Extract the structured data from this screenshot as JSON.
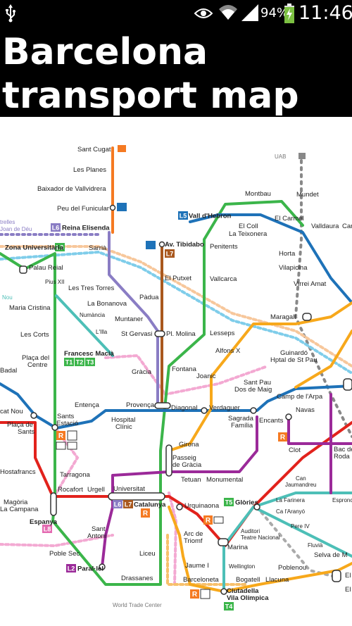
{
  "status_bar": {
    "battery_percent": "94%",
    "time": "11:46",
    "icons": [
      "usb-icon",
      "eye-icon",
      "wifi-icon",
      "signal-icon",
      "battery-charging-icon"
    ]
  },
  "app": {
    "title_line1": "Barcelona",
    "title_line2": "transport map"
  },
  "map": {
    "lines": [
      {
        "id": "L1",
        "color": "#E2221C"
      },
      {
        "id": "L2",
        "color": "#9B2A99"
      },
      {
        "id": "L3",
        "color": "#3BB54A"
      },
      {
        "id": "L4",
        "color": "#F7A81B"
      },
      {
        "id": "L5",
        "color": "#1E72B8"
      },
      {
        "id": "L6",
        "color": "#8A7DC4"
      },
      {
        "id": "L7",
        "color": "#A9581E"
      },
      {
        "id": "L8",
        "color": "#E46AB1"
      },
      {
        "id": "FGC",
        "color": "#F57A22"
      },
      {
        "id": "Tram",
        "color": "#4DBFB7"
      },
      {
        "id": "Rodalies",
        "color": "#F3A9D2"
      }
    ],
    "line_badges": {
      "l5": "L5",
      "l6": "L6",
      "l3": "L3",
      "l7": "L7",
      "t1": "T1",
      "t2": "T2",
      "t3": "T3",
      "t5": "T5",
      "t4": "T4",
      "l8": "L8",
      "l2": "L2",
      "l6b": "L6",
      "l7b": "L7"
    },
    "badge_bold": {
      "vall_hebron": "Vall d'Hebron",
      "reina_elisenda": "Reina Elisenda",
      "zona_universitaria": "Zona Universitària",
      "av_tibidabo_1": "Av. Tibidabo",
      "francesc_macia": "Francesc Macià",
      "catalunya": "Catalunya",
      "glories": "Glòries",
      "espanya": "Espanya",
      "parallel": "Paral·lel",
      "ciutadella_1": "Ciutadella",
      "ciutadella_2": "Vila Olímpica"
    },
    "stations": {
      "sant_cugat": "Sant Cugat",
      "les_planes": "Les Planes",
      "baixador": "Baixador de Vallvidrera",
      "peu_funicular": "Peu del Funicular",
      "uab": "UAB",
      "trelles": "trelles",
      "joan_deu": "Joan de Déu",
      "sarria": "Sarrià",
      "palau_reial": "Palau Reial",
      "pius_xii": "Pius XII",
      "les_tres_torres": "Les Tres Torres",
      "maria_cristina": "Maria Cristina",
      "numancia": "Numància",
      "la_bonanova": "La Bonanova",
      "padua": "Pàdua",
      "lillla": "L'Illa",
      "les_corts": "Les Corts",
      "muntaner": "Muntaner",
      "st_gervasi": "St Gervasi",
      "pl_molina": "Pl. Molina",
      "el_putxet": "El Putxet",
      "placa_centre_1": "Plaça del",
      "placa_centre_2": "Centre",
      "nou": "Nou",
      "badal": "Badal",
      "gracia": "Gràcia",
      "fontana": "Fontana",
      "joanic": "Joanic",
      "montbau": "Montbau",
      "mundet": "Mundet",
      "valldaura": "Valldaura",
      "carr": "Carr",
      "el_coll_1": "El Coll",
      "el_coll_2": "La Teixonera",
      "el_carmel": "El Carmel",
      "penitents": "Penitents",
      "horta": "Horta",
      "vilapicina": "Vilapicina",
      "vallcarca": "Vallcarca",
      "virrei_amat": "Virrei Amat",
      "maragall": "Maragall",
      "lesseps": "Lesseps",
      "alfons_x": "Alfons X",
      "guinardo_1": "Guinardó",
      "guinardo_2": "Hptal de St Pau",
      "sant_pau_1": "Sant Pau",
      "sant_pau_2": "Dos de Maig",
      "camp_arpa": "Camp de l'Arpa",
      "navas": "Navas",
      "cat_nou": "cat Nou",
      "placa_sants_1": "Plaça de",
      "placa_sants_2": "Sants",
      "sants_1": "Sants",
      "sants_2": "Estació",
      "entenca": "Entença",
      "hospital_1": "Hospital",
      "hospital_2": "Clínic",
      "provenca": "Provença",
      "diagonal": "Diagonal",
      "verdaguer": "Verdaguer",
      "sagrada_1": "Sagrada",
      "sagrada_2": "Família",
      "encants": "Encants",
      "clot": "Clot",
      "bac_1": "Bac de",
      "bac_2": "Roda",
      "hostafrancs": "Hostafrancs",
      "tarragona": "Tarragona",
      "girona": "Girona",
      "passeig_1": "Passeig",
      "passeig_2": "de Gràcia",
      "tetuan": "Tetuan",
      "monumental": "Monumental",
      "magoria_1": "Magòria",
      "magoria_2": "La Campana",
      "rocafort": "Rocafort",
      "urgell": "Urgell",
      "universitat": "Universitat",
      "urquinaona": "Urquinaona",
      "can_jaumandreu_1": "Can",
      "can_jaumandreu_2": "Jaumandreu",
      "la_farinera": "La Farinera",
      "espronceda": "Espronceda",
      "ca_aranyo": "Ca l'Aranyó",
      "sant_antoni_1": "Sant",
      "sant_antoni_2": "Antoni",
      "arc_1": "Arc de",
      "arc_2": "Triomf",
      "auditori_1": "Auditori",
      "auditori_2": "Teatre Nacional",
      "pere_iv": "Pere IV",
      "marina": "Marina",
      "fluvia": "Fluvià",
      "poble_sec": "Poble Sec",
      "liceu": "Liceu",
      "selva_1": "Selva de M",
      "jaume_i": "Jaume I",
      "wellington": "Wellington",
      "poblenou": "Poblenou",
      "el_ma": "El M",
      "drassanes": "Drassanes",
      "barceloneta": "Barceloneta",
      "bogatell": "Bogatell",
      "llacuna": "Llacuna",
      "el_ma2": "El M",
      "world_trade": "World Trade Center"
    }
  }
}
